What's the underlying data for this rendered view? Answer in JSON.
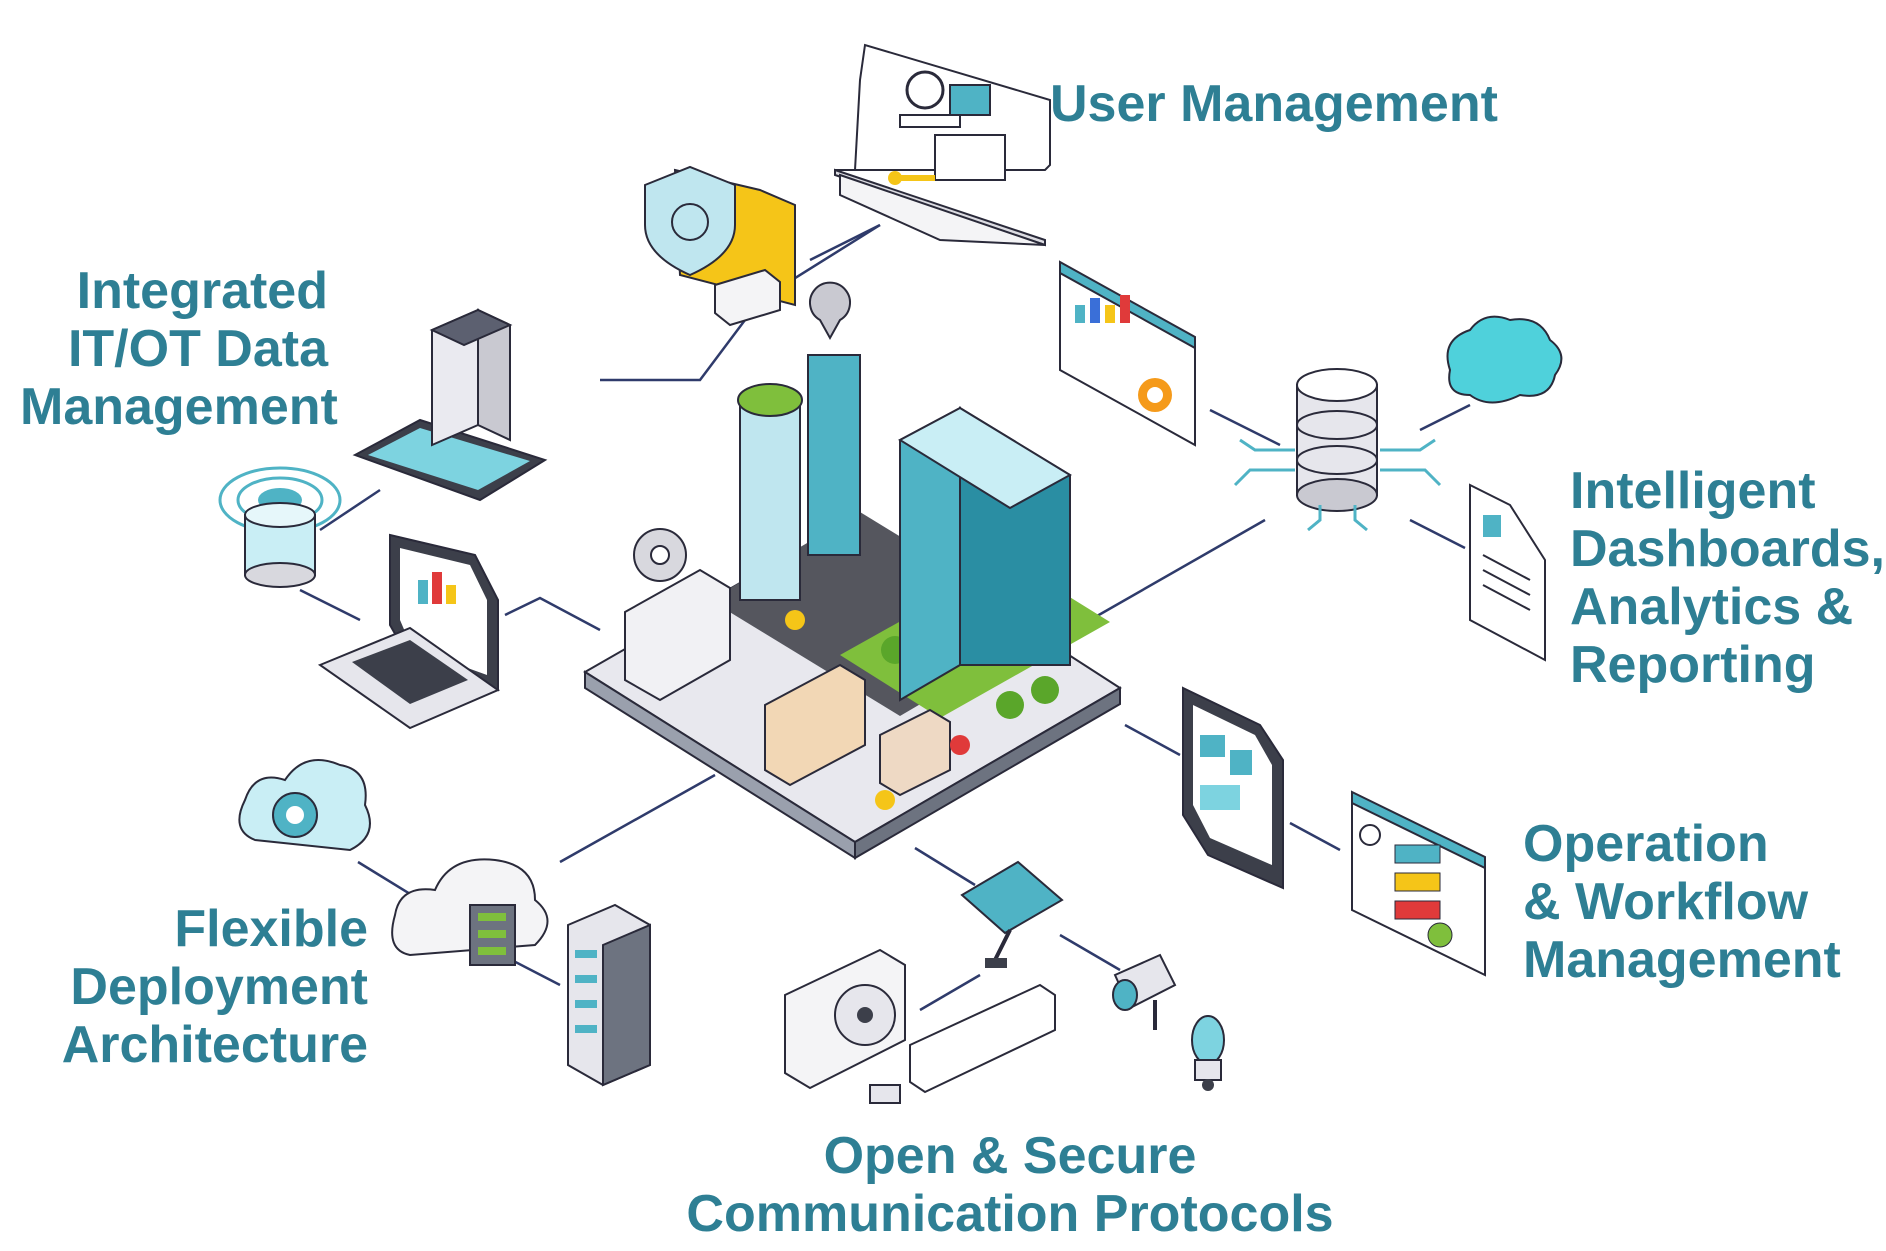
{
  "colors": {
    "label": "#2e7f94",
    "line": "#2f3b6b",
    "teal": "#4fb3c5",
    "teal_dark": "#2a8ea3",
    "yellow": "#f5c518",
    "cyan_light": "#c9eef5"
  },
  "labels": {
    "user_management": [
      "User Management"
    ],
    "data_management": [
      "Integrated",
      "IT/OT Data",
      "Management"
    ],
    "dashboards": [
      "Intelligent",
      "Dashboards,",
      "Analytics &",
      "Reporting"
    ],
    "workflow": [
      "Operation",
      "& Workflow",
      "Management"
    ],
    "deployment": [
      "Flexible",
      "Deployment",
      "Architecture"
    ],
    "protocols": [
      "Open & Secure",
      "Communication Protocols"
    ]
  },
  "icons": [
    "smart-city-icon",
    "login-screen-icon",
    "secure-folder-icon",
    "office-building-tablet-icon",
    "iot-sensor-icon",
    "laptop-dashboard-icon",
    "report-dashboard-icon",
    "database-server-icon",
    "brain-icon",
    "document-icon",
    "tablet-icon",
    "workflow-board-icon",
    "cloud-gear-icon",
    "cloud-server-icon",
    "server-rack-icon",
    "solar-panel-icon",
    "security-camera-icon",
    "air-conditioner-icon",
    "smart-bulb-icon"
  ]
}
